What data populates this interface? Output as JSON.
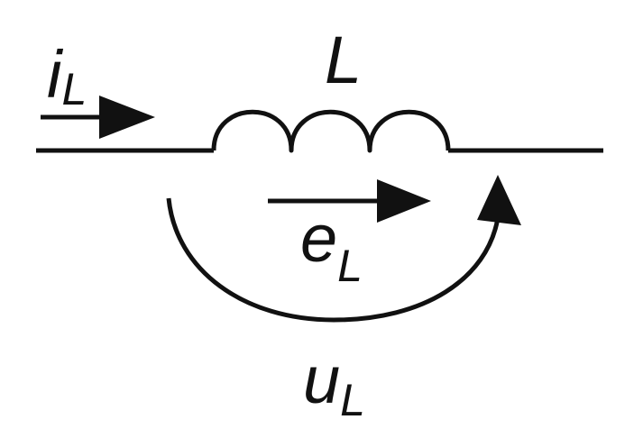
{
  "labels": {
    "current": {
      "main": "i",
      "sub": "L"
    },
    "inductance": "L",
    "emf": {
      "main": "e",
      "sub": "L"
    },
    "voltage": {
      "main": "u",
      "sub": "L"
    }
  },
  "colors": {
    "stroke": "#111111",
    "background": "#ffffff"
  }
}
